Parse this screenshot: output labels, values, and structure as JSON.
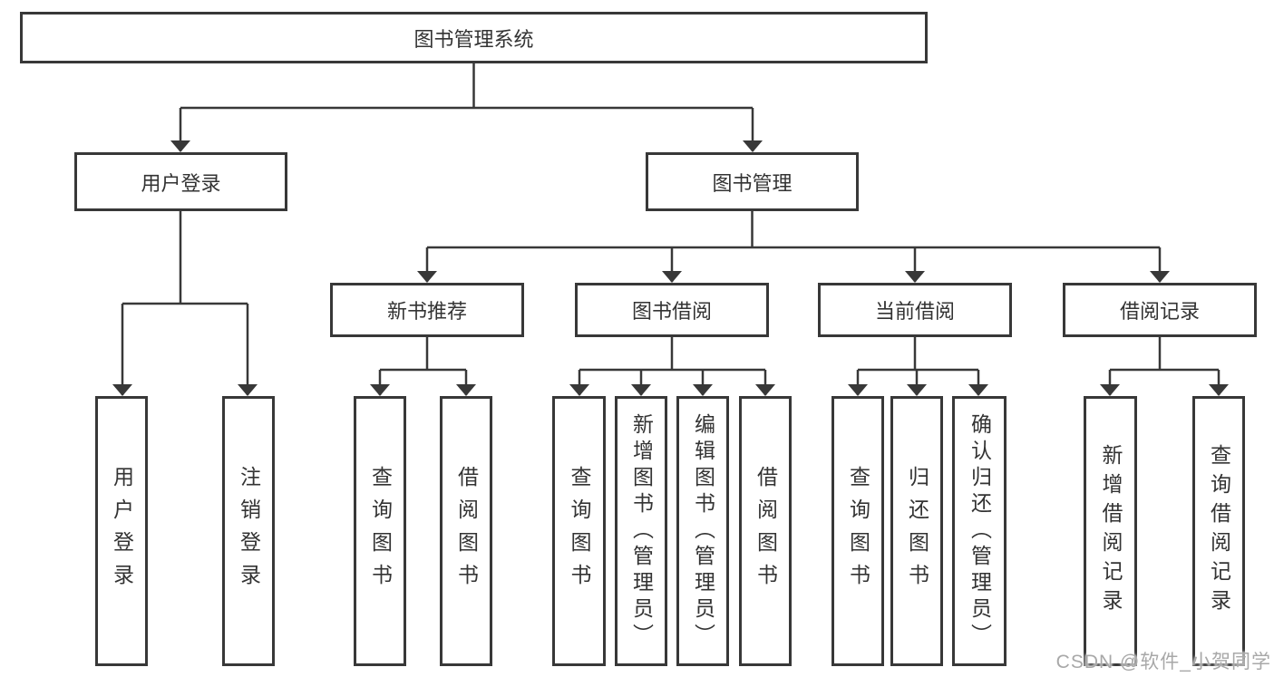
{
  "tree": {
    "label": "图书管理系统",
    "children": [
      {
        "label": "用户登录",
        "children": [
          {
            "label": "用户登录"
          },
          {
            "label": "注销登录"
          }
        ]
      },
      {
        "label": "图书管理",
        "children": [
          {
            "label": "新书推荐",
            "children": [
              {
                "label": "查询图书"
              },
              {
                "label": "借阅图书"
              }
            ]
          },
          {
            "label": "图书借阅",
            "children": [
              {
                "label": "查询图书"
              },
              {
                "label": "新增图书（管理员）"
              },
              {
                "label": "编辑图书（管理员）"
              },
              {
                "label": "借阅图书"
              }
            ]
          },
          {
            "label": "当前借阅",
            "children": [
              {
                "label": "查询图书"
              },
              {
                "label": "归还图书"
              },
              {
                "label": "确认归还（管理员）"
              }
            ]
          },
          {
            "label": "借阅记录",
            "children": [
              {
                "label": "新增借阅记录"
              },
              {
                "label": "查询借阅记录"
              }
            ]
          }
        ]
      }
    ]
  },
  "watermark": {
    "text": "CSDN @软件_小贺同学"
  },
  "colors": {
    "line": "#383838",
    "box_border": "#383838",
    "text": "#333333",
    "background": "#ffffff",
    "watermark": "#a8a8a8"
  }
}
